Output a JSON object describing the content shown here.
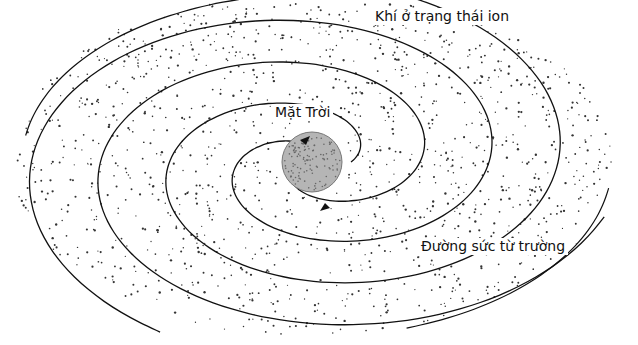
{
  "diagram": {
    "labels": [
      "Khí ở trạng thái ion",
      "Mặt Trời",
      "Đường sức từ trường"
    ]
  }
}
